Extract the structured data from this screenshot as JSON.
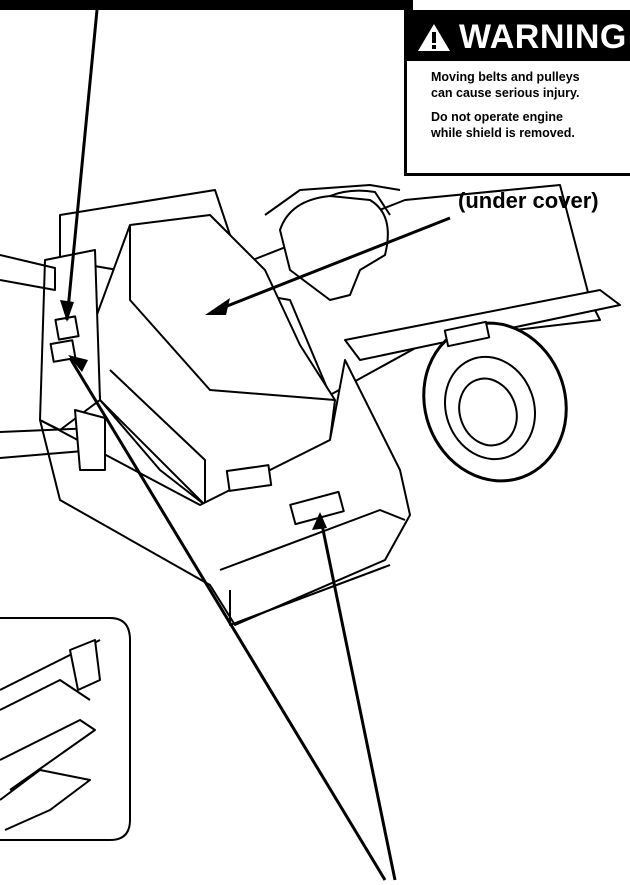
{
  "warning": {
    "title": "WARNING",
    "line1": "Moving belts and pulleys\ncan cause serious injury.",
    "line2": "Do not operate engine\nwhile shield is removed."
  },
  "callout": {
    "label": "(under cover)"
  },
  "icons": {
    "warning": "warning-triangle-icon"
  },
  "colors": {
    "ink": "#000000",
    "paper": "#ffffff"
  }
}
